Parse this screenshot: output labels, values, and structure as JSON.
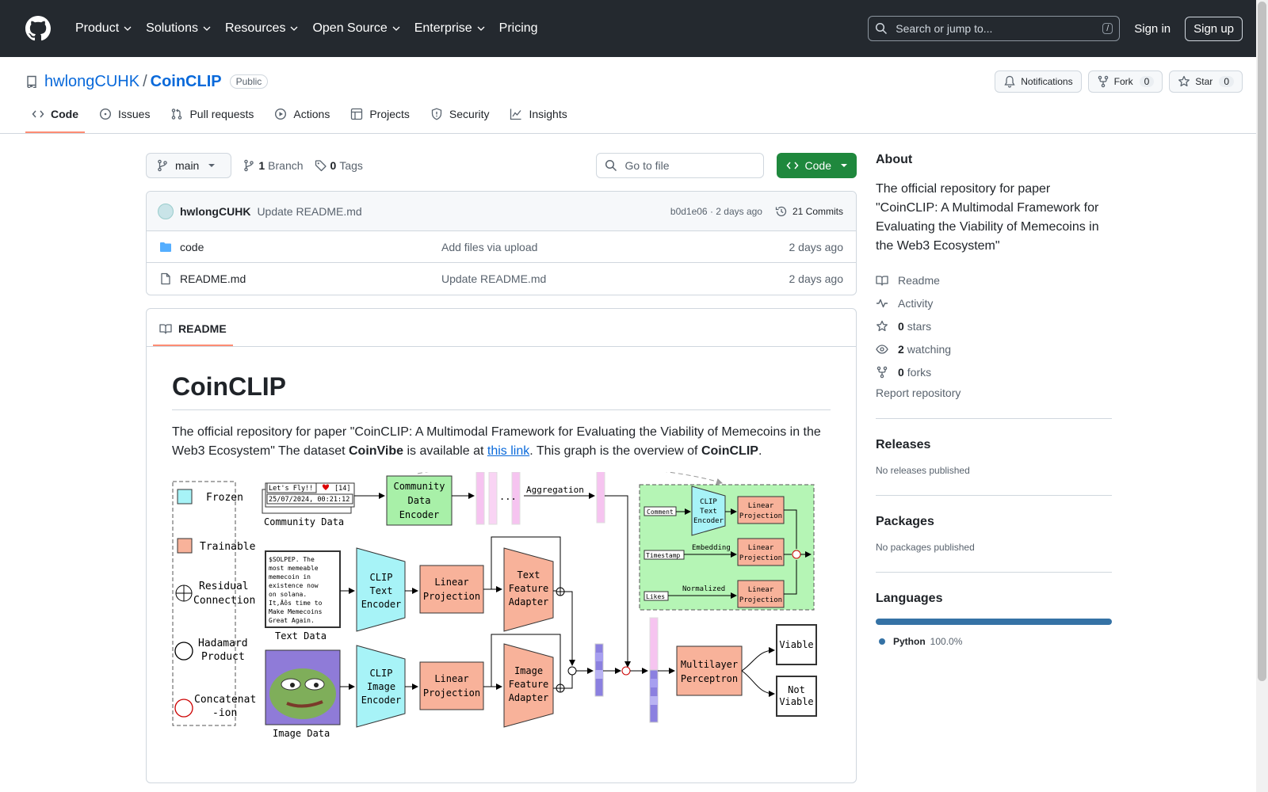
{
  "header": {
    "nav": [
      "Product",
      "Solutions",
      "Resources",
      "Open Source",
      "Enterprise",
      "Pricing"
    ],
    "search_placeholder": "Search or jump to...",
    "search_key": "/",
    "sign_in": "Sign in",
    "sign_up": "Sign up"
  },
  "repo": {
    "owner": "hwlongCUHK",
    "separator": "/",
    "name": "CoinCLIP",
    "visibility": "Public",
    "notifications_label": "Notifications",
    "fork_label": "Fork",
    "fork_count": "0",
    "star_label": "Star",
    "star_count": "0",
    "tabs": [
      "Code",
      "Issues",
      "Pull requests",
      "Actions",
      "Projects",
      "Security",
      "Insights"
    ]
  },
  "file_nav": {
    "branch": "main",
    "branch_count": "1",
    "branch_label": "Branch",
    "tag_count": "0",
    "tag_label": "Tags",
    "goto_placeholder": "Go to file",
    "code_button": "Code"
  },
  "commit": {
    "author": "hwlongCUHK",
    "message": "Update README.md",
    "hash_time": "b0d1e06 · 2 days ago",
    "count_label": "21 Commits"
  },
  "files": [
    {
      "name": "code",
      "message": "Add files via upload",
      "time": "2 days ago",
      "icon": "folder-icon"
    },
    {
      "name": "README.md",
      "message": "Update README.md",
      "time": "2 days ago",
      "icon": "file-icon"
    }
  ],
  "readme": {
    "tab_label": "README",
    "h1": "CoinCLIP",
    "p_part1": "The official repository for paper \"CoinCLIP: A Multimodal Framework for Evaluating the Viability of Memecoins in the Web3 Ecosystem\" The dataset ",
    "p_bold1": "CoinVibe",
    "p_part2": " is available at ",
    "p_link": "this link",
    "p_part3": ". This graph is the overview of ",
    "p_bold2": "CoinCLIP",
    "p_part4": ".",
    "diagram": {
      "legend": {
        "frozen": "Frozen",
        "trainable": "Trainable",
        "residual_1": "Residual",
        "residual_2": "Connection",
        "hadamard_1": "Hadamard",
        "hadamard_2": "Product",
        "concat_1": "Concatenat",
        "concat_2": "-ion"
      },
      "community_post": "Let's Fly!!",
      "community_likes": "[14]",
      "community_time": "25/07/2024, 00:21:12",
      "community_data": "Community Data",
      "community_encoder": [
        "Community",
        "Data",
        "Encoder"
      ],
      "aggregation": "Aggregation",
      "ellipsis": "...",
      "text_sample": [
        "$SOLPEP. The",
        "most memeable",
        "memecoin in",
        "existence now",
        "on solana.",
        "It‚Äôs time to",
        "Make Memecoins",
        "Great Again."
      ],
      "text_data": "Text Data",
      "image_data": "Image Data",
      "clip_text_encoder": [
        "CLIP",
        "Text",
        "Encoder"
      ],
      "clip_image_encoder": [
        "CLIP",
        "Image",
        "Encoder"
      ],
      "linear_projection": [
        "Linear",
        "Projection"
      ],
      "text_adapter": [
        "Text",
        "Feature",
        "Adapter"
      ],
      "image_adapter": [
        "Image",
        "Feature",
        "Adapter"
      ],
      "mlp": [
        "Multilayer",
        "Perceptron"
      ],
      "viable": "Viable",
      "not_viable": [
        "Not",
        "Viable"
      ],
      "comment": "Comment",
      "timestamp": "Timestamp",
      "likes": "Likes",
      "embedding": "Embedding",
      "normalized": "Normalized",
      "small_clip": [
        "CLIP",
        "Text",
        "Encoder"
      ],
      "small_linear": [
        "Linear",
        "Projection"
      ]
    }
  },
  "about": {
    "title": "About",
    "description": "The official repository for paper \"CoinCLIP: A Multimodal Framework for Evaluating the Viability of Memecoins in the Web3 Ecosystem\"",
    "readme": "Readme",
    "activity": "Activity",
    "stars_count": "0",
    "stars_label": "stars",
    "watching_count": "2",
    "watching_label": "watching",
    "forks_count": "0",
    "forks_label": "forks",
    "report": "Report repository"
  },
  "releases": {
    "title": "Releases",
    "text": "No releases published"
  },
  "packages": {
    "title": "Packages",
    "text": "No packages published"
  },
  "languages": {
    "title": "Languages",
    "name": "Python",
    "percent": "100.0%",
    "fraction": 1.0,
    "color": "#3572A5"
  },
  "colors": {
    "accent": "#0969da",
    "green": "#1f883d",
    "header": "#24292f",
    "tab_underline": "#fd8c73"
  }
}
